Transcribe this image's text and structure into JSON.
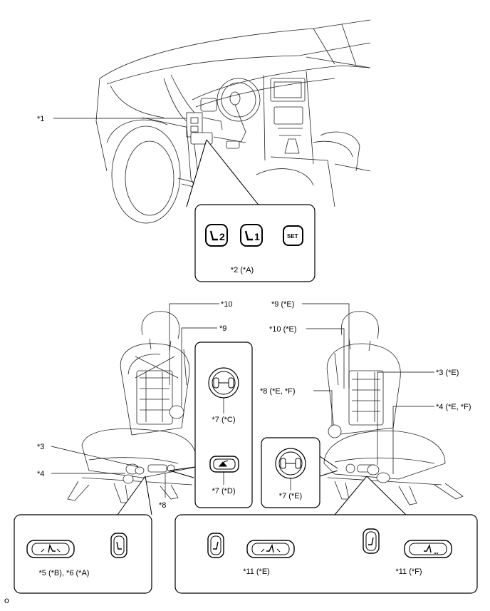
{
  "callouts": {
    "c1": "*1",
    "c2": "*2 (*A)",
    "c3": "*3",
    "c4": "*4",
    "c5": "*5 (*B), *6 (*A)",
    "c7c": "*7 (*C)",
    "c7d": "*7 (*D)",
    "c7e": "*7 (*E)",
    "c8": "*8",
    "c9": "*9",
    "c10": "*10",
    "c9e": "*9 (*E)",
    "c10e": "*10 (*E)",
    "c8ef": "*8 (*E, *F)",
    "c3e": "*3 (*E)",
    "c4ef": "*4 (*E, *F)",
    "c11e": "*11 (*E)",
    "c11f": "*11 (*F)"
  },
  "buttons": {
    "mem2_digit": "2",
    "mem1_digit": "1",
    "set": "SET"
  },
  "figure_code": "o"
}
